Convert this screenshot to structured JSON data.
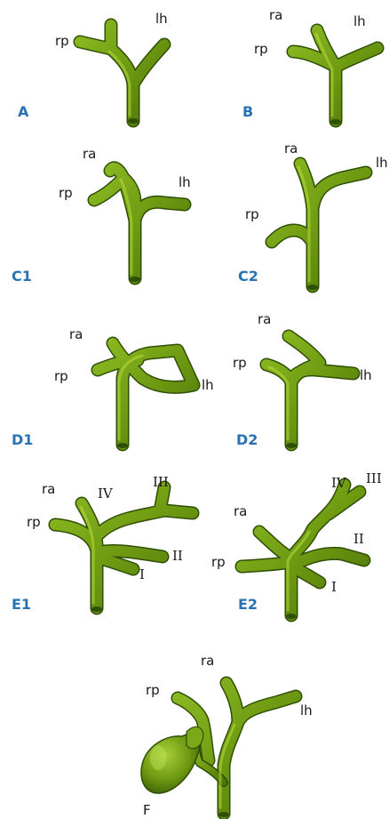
{
  "colors": {
    "duct": "#6e9a12",
    "duct_dark": "#2f4f05",
    "duct_light": "#b6dd3a",
    "panel_label": "#2a72b5"
  },
  "panels": [
    {
      "id": "A",
      "label": "A",
      "ducts": {
        "rp": "rp",
        "lh": "lh"
      }
    },
    {
      "id": "B",
      "label": "B",
      "ducts": {
        "ra": "ra",
        "rp": "rp",
        "lh": "lh"
      }
    },
    {
      "id": "C1",
      "label": "C1",
      "ducts": {
        "ra": "ra",
        "rp": "rp",
        "lh": "lh"
      }
    },
    {
      "id": "C2",
      "label": "C2",
      "ducts": {
        "ra": "ra",
        "rp": "rp",
        "lh": "lh"
      }
    },
    {
      "id": "D1",
      "label": "D1",
      "ducts": {
        "ra": "ra",
        "rp": "rp",
        "lh": "lh"
      }
    },
    {
      "id": "D2",
      "label": "D2",
      "ducts": {
        "ra": "ra",
        "rp": "rp",
        "lh": "lh"
      }
    },
    {
      "id": "E1",
      "label": "E1",
      "ducts": {
        "ra": "ra",
        "rp": "rp",
        "iv": "IV",
        "iii": "III",
        "ii": "II",
        "i": "I"
      }
    },
    {
      "id": "E2",
      "label": "E2",
      "ducts": {
        "ra": "ra",
        "rp": "rp",
        "iv": "IV",
        "iii": "III",
        "ii": "II",
        "i": "I"
      }
    },
    {
      "id": "F",
      "label": "F",
      "ducts": {
        "ra": "ra",
        "rp": "rp",
        "lh": "lh"
      }
    }
  ]
}
